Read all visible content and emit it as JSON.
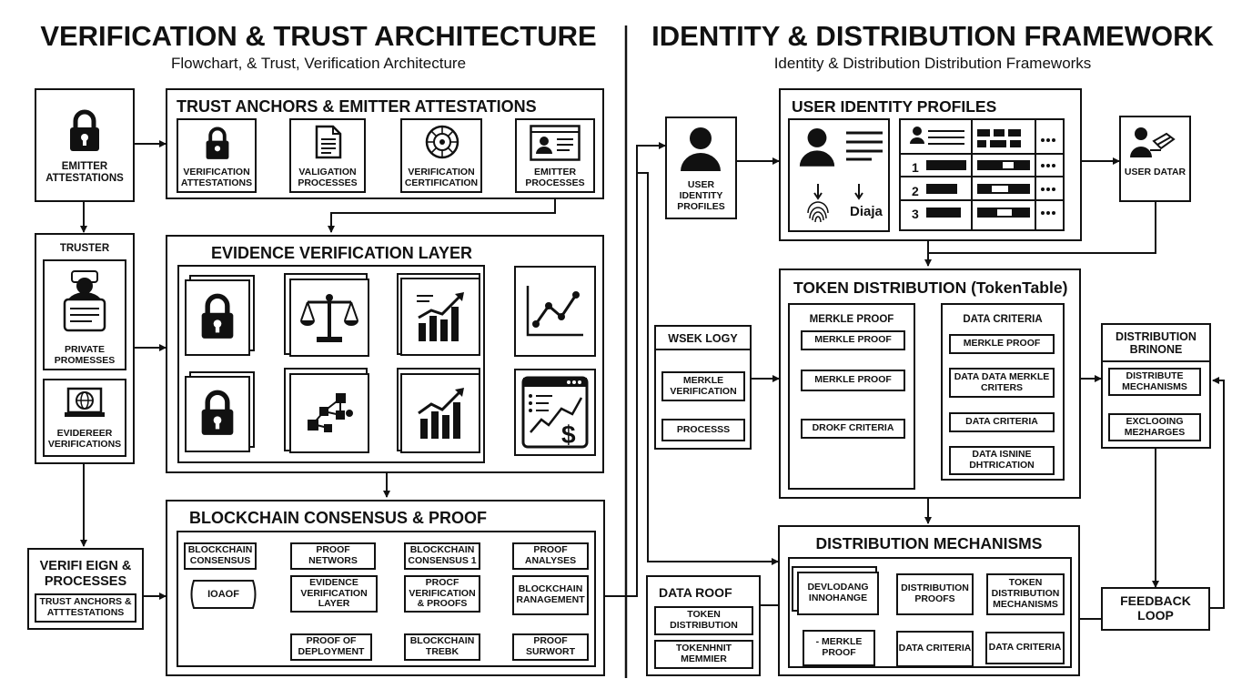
{
  "left": {
    "title": "VERIFICATION & TRUST ARCHITECTURE",
    "subtitle": "Flowchart, & Trust, Verification Architecture",
    "emitter_attestations": "EMITTER ATTESTATIONS",
    "trust_anchors": {
      "title": "TRUST ANCHORS & EMITTER ATTESTATIONS",
      "items": [
        "VERIFICATION ATTESTATIONS",
        "VALIGATION PROCESSES",
        "VERIFICATION CERTIFICATION",
        "EMITTER PROCESSES"
      ]
    },
    "truster": {
      "title": "TRUSTER",
      "private": "PRIVATE PROMESSES",
      "evidereer": "EVIDEREER VERIFICATIONS"
    },
    "evidence_layer": {
      "title": "EVIDENCE VERIFICATION LAYER"
    },
    "verifi": {
      "title": "VERIFI EIGN & PROCESSES",
      "inner": "TRUST ANCHORS & ATTTESTATIONS"
    },
    "blockchain": {
      "title": "BLOCKCHAIN CONSENSUS & PROOF DEPLOYMENT",
      "consensus": "BLOCKCHAIN CONSENSUS",
      "ioaof": "IOAOF",
      "proof_networs": "PROOF NETWORS",
      "consensus_1": "BLOCKCHAIN CONSENSUS 1",
      "proof_analyses": "PROOF ANALYSES",
      "evidence_layer": "EVIDENCE VERIFICATION LAYER",
      "proof_verification": "PROCF VERIFICATION & PROOFS",
      "ranagement": "BLOCKCHAIN RANAGEMENT",
      "proof_deployment": "PROOF OF DEPLOYMENT",
      "trebk": "BLOCKCHAIN TREBK",
      "proof_surwort": "PROOF SURWORT"
    }
  },
  "right": {
    "title": "IDENTITY & DISTRIBUTION FRAMEWORK",
    "subtitle": "Identity & Distribution Distribution Frameworks",
    "user_identity_profiles": "USER IDENTITY PROFILES",
    "profiles_panel": {
      "title": "USER IDENTITY PROFILES (SignPass)",
      "diaja": "Diaja",
      "rows": [
        "1",
        "2",
        "3"
      ]
    },
    "user_datar": "USER DATAR",
    "token_distribution": {
      "title": "TOKEN DISTRIBUTION (TokenTable)",
      "merkle_title": "MERKLE PROOF",
      "merkle_1": "MERKLE PROOF",
      "merkle_2": "MERKLE PROOF",
      "droke": "DROKF CRITERIA",
      "criteria_title": "DATA CRITERIA",
      "criteria_1": "MERKLE PROOF",
      "criteria_2": "DATA DATA MERKLE CRITERS",
      "criteria_3": "DATA CRITERIA",
      "criteria_4": "DATA ISNINE DHTRICATION"
    },
    "wsek": {
      "title": "WSEK LOGY",
      "merkle_verification": "MERKLE VERIFICATION",
      "processs": "PROCESSS"
    },
    "distribution_brinone": {
      "title": "DISTRIBUTION BRINONE",
      "distribute": "DISTRIBUTE MECHANISMS",
      "excloding": "EXCLOOING ME2HARGES"
    },
    "data_roof": {
      "title": "DATA ROOF",
      "token_distribution": "TOKEN DISTRIBUTION",
      "tokenhnit": "TOKENHNIT MEMMIER"
    },
    "mechanisms": {
      "title": "DISTRIBUTION MECHANISMS",
      "devlodang": "DEVLODANG INNOHANGE",
      "distribution_proofs": "DISTRIBUTION PROOFS",
      "token_mechanisms": "TOKEN DISTRIBUTION MECHANISMS",
      "merkle_proof": "- MERKLE PROOF",
      "data_criteria_1": "DATA CRITERIA",
      "data_criteria_2": "DATA CRITERIA"
    },
    "feedback": "FEEDBACK LOOP"
  }
}
